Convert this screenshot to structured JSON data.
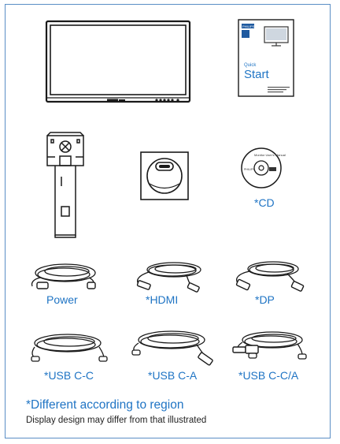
{
  "items": {
    "cd": "*CD",
    "power": "Power",
    "hdmi": "*HDMI",
    "dp": "*DP",
    "usb_cc": "*USB C-C",
    "usb_ca": "*USB C-A",
    "usb_cca": "*USB C-C/A"
  },
  "quick_start": {
    "brand": "PHILIPS",
    "small": "Quick",
    "title": "Start"
  },
  "cd_disc": {
    "brand": "PHILIPS",
    "title": "Monitor\nUser's Manual"
  },
  "note": {
    "heading": "*Different according to region",
    "subtext": "Display design may differ from that illustrated"
  },
  "colors": {
    "accent": "#1f74c4",
    "border": "#5a8ec5",
    "line": "#1a1a1a"
  },
  "icons": [
    "monitor-illustration",
    "quick-start-guide-illustration",
    "stand-illustration",
    "base-illustration",
    "cd-illustration",
    "power-cable-icon",
    "hdmi-cable-icon",
    "dp-cable-icon",
    "usb-c-c-cable-icon",
    "usb-c-a-cable-icon",
    "usb-c-c-a-cable-icon"
  ]
}
